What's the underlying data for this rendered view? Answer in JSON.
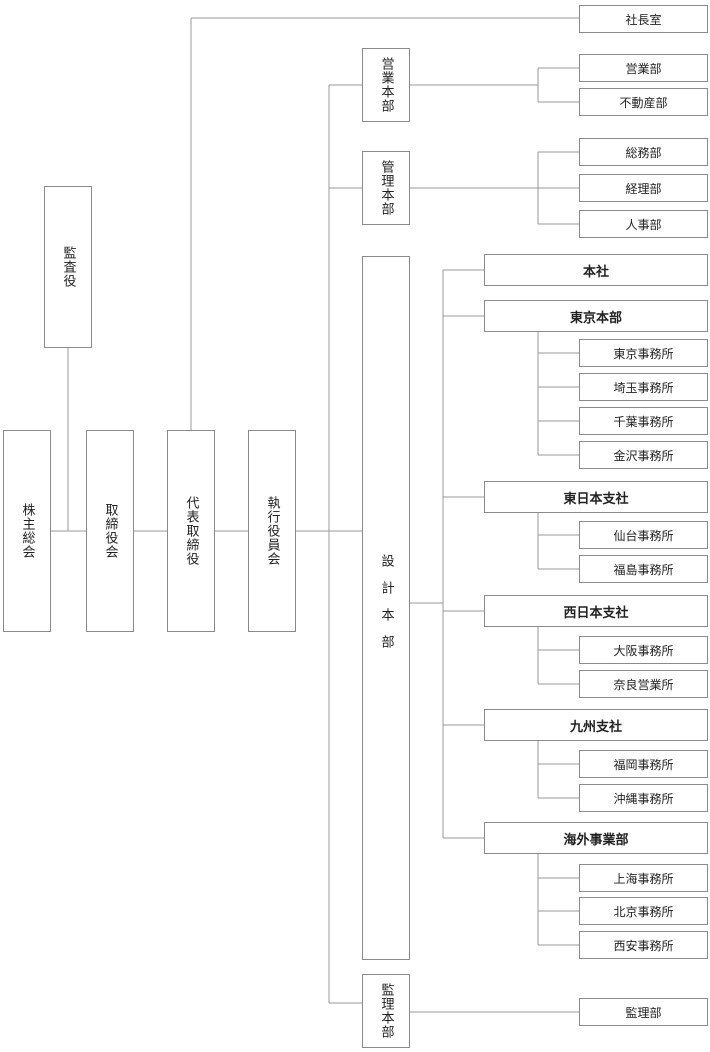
{
  "left_boxes": {
    "shareholders": "株主総会",
    "auditor": "監査役",
    "board": "取締役会",
    "ceo": "代表取締役",
    "executive": "執行役員会"
  },
  "headquarters": {
    "sales": "営業本部",
    "admin": "管理本部",
    "design": "設計本部",
    "inspection": "監理本部"
  },
  "departments": {
    "president_office": "社長室",
    "sales_dept": "営業部",
    "real_estate": "不動産部",
    "general_affairs": "総務部",
    "accounting": "経理部",
    "hr": "人事部",
    "inspection_dept": "監理部"
  },
  "branches": {
    "head_office": "本社",
    "tokyo_hq": "東京本部",
    "east_japan": "東日本支社",
    "west_japan": "西日本支社",
    "kyushu": "九州支社",
    "overseas": "海外事業部"
  },
  "offices": {
    "tokyo": "東京事務所",
    "saitama": "埼玉事務所",
    "chiba": "千葉事務所",
    "kanazawa": "金沢事務所",
    "sendai": "仙台事務所",
    "fukushima": "福島事務所",
    "osaka": "大阪事務所",
    "nara": "奈良営業所",
    "fukuoka": "福岡事務所",
    "okinawa": "沖縄事務所",
    "shanghai": "上海事務所",
    "beijing": "北京事務所",
    "xian": "西安事務所"
  }
}
